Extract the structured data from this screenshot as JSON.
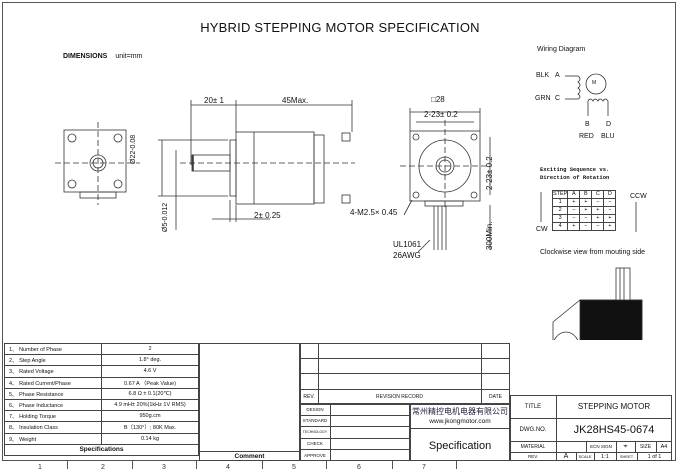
{
  "title": "HYBRID STEPPING MOTOR SPECIFICATION",
  "dimensions": {
    "label": "DIMENSIONS",
    "unit": "unit=mm",
    "shaft_length": "20± 1",
    "body_length": "45Max.",
    "pilot_diameter": "Ø22-0.08",
    "shaft_diameter": "Ø5-0.012",
    "pilot_height": "2± 0.25",
    "flange_size": "□28",
    "hole_spacing_h": "2-23± 0.2",
    "hole_spacing_v": "2-23± 0.2",
    "mount_screws": "4-M2.5× 0.45",
    "lead_length": "300Min.",
    "wire_type": "UL1061",
    "wire_gauge": "26AWG"
  },
  "wiring": {
    "title": "Wiring Diagram",
    "motor_label": "M",
    "leads": [
      {
        "pin": "A",
        "color": "BLK"
      },
      {
        "pin": "C",
        "color": "GRN"
      },
      {
        "pin": "B",
        "color": "RED"
      },
      {
        "pin": "D",
        "color": "BLU"
      }
    ]
  },
  "sequence": {
    "title_line1": "Exciting Sequence vs.",
    "title_line2": "Direction of Rotation",
    "headers": [
      "STEP",
      "A",
      "B",
      "C",
      "D"
    ],
    "rows": [
      [
        "1",
        "+",
        "+",
        "−",
        "−"
      ],
      [
        "2",
        "−",
        "+",
        "+",
        "−"
      ],
      [
        "3",
        "−",
        "−",
        "+",
        "+"
      ],
      [
        "4",
        "+",
        "−",
        "−",
        "+"
      ]
    ],
    "cw_label": "CW",
    "ccw_label": "CCW",
    "note": "Clockwise view from mouting side"
  },
  "specifications": {
    "header": "Specifications",
    "rows": [
      {
        "label": "1、 Number of Phase",
        "value": "2"
      },
      {
        "label": "2、 Step Angle",
        "value": "1.8°   deg."
      },
      {
        "label": "3、 Rated Voltage",
        "value": "4.6 V"
      },
      {
        "label": "4、 Rated Current/Phase",
        "value": "0.67 A （Peak Value)"
      },
      {
        "label": "5、 Phase Resistance",
        "value": "6.8 Ω ± 0.1(20℃)"
      },
      {
        "label": "6、 Phase Inductance",
        "value": "4.9 mH± 20%(1kHz 1V RMS)"
      },
      {
        "label": "7、 Holding Torque",
        "value": "950g.cm"
      },
      {
        "label": "8、 Insulation Class",
        "value": "B（130°）; 80K Max."
      },
      {
        "label": "9、 Weight",
        "value": "0.14 kg"
      }
    ]
  },
  "comment": {
    "header": "Comment"
  },
  "revision": {
    "rev_label": "REV.",
    "record_label": "REVISION RECORD",
    "date_label": "DATE"
  },
  "signoff": [
    "DESIGN",
    "STANDARD",
    "TECHNOLOGY",
    "CHECK",
    "APPROVE"
  ],
  "company": {
    "name": "常州精控电机电器有限公司",
    "website": "www.jkongmotor.com",
    "doc_type": "Specification"
  },
  "title_block": {
    "title_label": "TITLE",
    "title_value": "STEPPING MOTOR",
    "dwg_label": "DWG.NO.",
    "dwg_value": "JK28HS45-0674",
    "material_label": "MATERIAL",
    "ecn_label": "ECN SIGN",
    "projection_symbol": "⌖",
    "size_label": "SIZE",
    "size_value": "A4",
    "rev_label": "REV.",
    "rev_value": "A",
    "scale_label": "SCALE",
    "scale_value": "1:1",
    "sheet_label": "SHEET",
    "sheet_value": "1 of 1"
  },
  "zones": [
    "1",
    "2",
    "3",
    "4",
    "5",
    "6",
    "7"
  ]
}
